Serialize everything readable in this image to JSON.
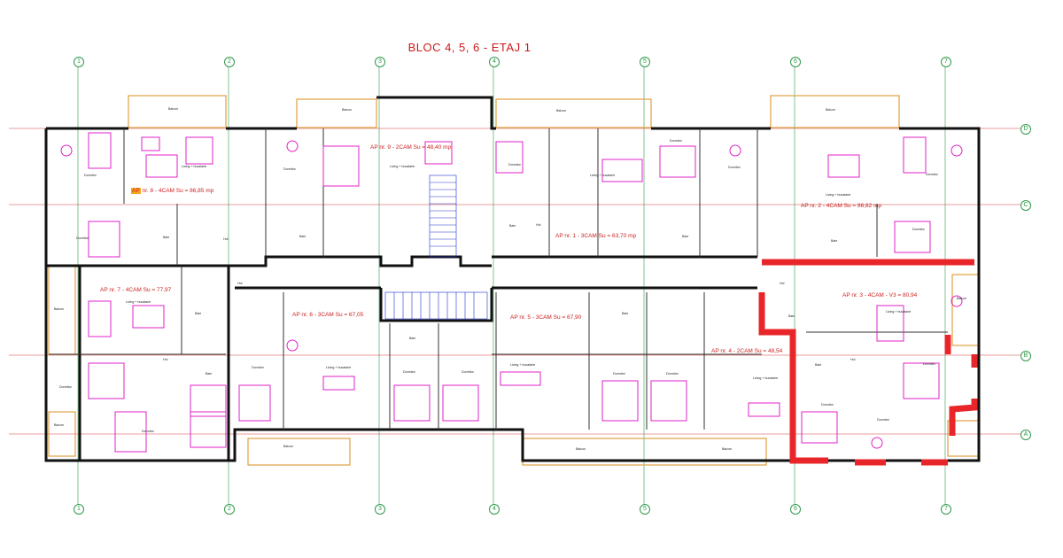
{
  "title": "BLOC 4, 5, 6 - ETAJ 1",
  "grid": {
    "columns": [
      "1",
      "2",
      "3",
      "4",
      "5",
      "6",
      "7"
    ],
    "rows": [
      "D",
      "C",
      "B",
      "A"
    ]
  },
  "apartments": [
    {
      "id": "ap8",
      "prefix": "AP",
      "text": " nr. 8 - 4CAM Su = 86,85 mp"
    },
    {
      "id": "ap9",
      "prefix": "",
      "text": "AP nr. 9 - 2CAM Su = 48,40 mp"
    },
    {
      "id": "ap1",
      "prefix": "",
      "text": "AP nr. 1 - 3CAM Su = 63,70 mp"
    },
    {
      "id": "ap2",
      "prefix": "",
      "text": "AP nr. 2 - 4CAM Su = 86,62 mp"
    },
    {
      "id": "ap7",
      "prefix": "",
      "text": "AP nr. 7 - 4CAM Su = 77,97"
    },
    {
      "id": "ap6",
      "prefix": "",
      "text": "AP nr. 6 - 3CAM Su = 67,05"
    },
    {
      "id": "ap5",
      "prefix": "",
      "text": "AP nr. 5 - 3CAM Su = 67,90"
    },
    {
      "id": "ap4",
      "prefix": "",
      "text": "AP nr. 4 - 2CAM Su = 48,54"
    },
    {
      "id": "ap3",
      "prefix": "",
      "text": "AP nr. 3 - 4CAM - V3 = 80,94"
    }
  ],
  "room_labels": {
    "balcon": "Balcon",
    "dormitor": "Dormitor",
    "baie": "Baie",
    "hol": "Hol",
    "living": "Living + bucatarie"
  },
  "colors": {
    "title": "#cc1a1a",
    "grid": "#2f9a4a",
    "axis": "#d23a3a",
    "walls": "#111111",
    "furniture": "#e020c8",
    "balcony": "#e0a040",
    "highlight": "#e8262a",
    "stairs": "#2233cc"
  }
}
